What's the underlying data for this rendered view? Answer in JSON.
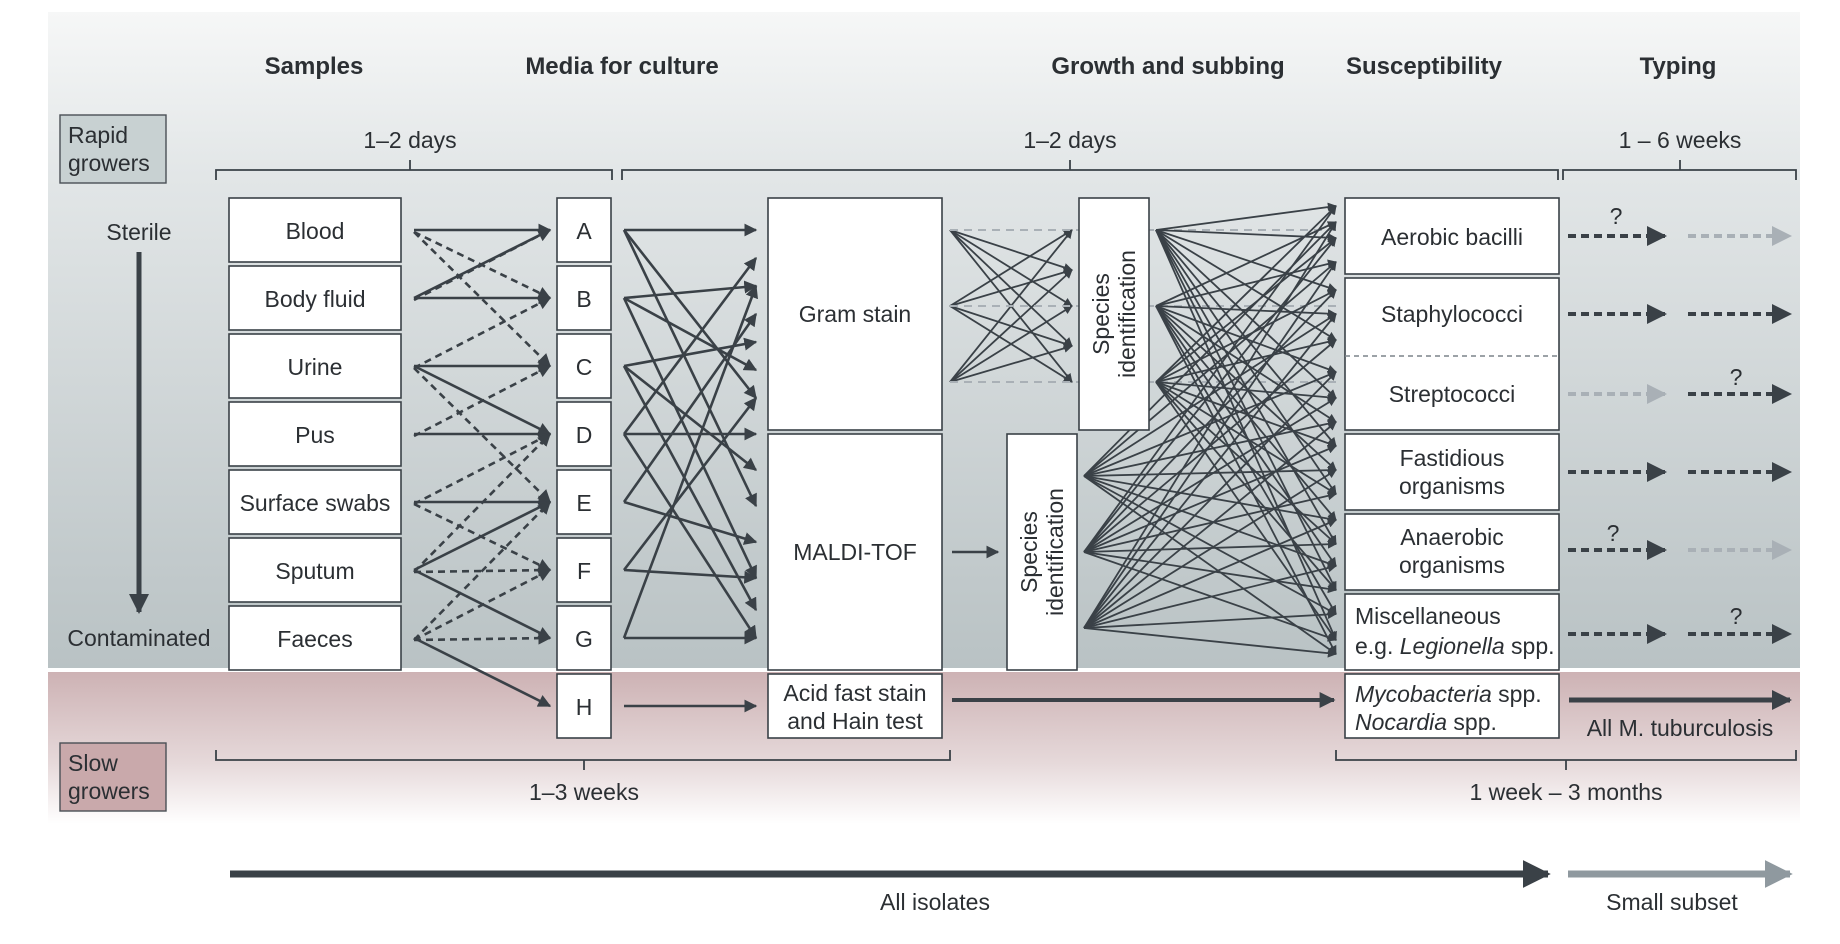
{
  "headers": {
    "samples": "Samples",
    "media": "Media for culture",
    "growth": "Growth and subbing",
    "susceptibility": "Susceptibility",
    "typing": "Typing"
  },
  "side_labels": {
    "rapid": [
      "Rapid",
      "growers"
    ],
    "slow": [
      "Slow",
      "growers"
    ],
    "sterile": "Sterile",
    "contaminated": "Contaminated"
  },
  "timing": {
    "rapid_samples": "1–2 days",
    "rapid_growth": "1–2 days",
    "rapid_typing": "1 – 6 weeks",
    "slow_samples": "1–3 weeks",
    "slow_typing": "1 week – 3 months"
  },
  "samples": [
    "Blood",
    "Body fluid",
    "Urine",
    "Pus",
    "Surface swabs",
    "Sputum",
    "Faeces"
  ],
  "media": [
    "A",
    "B",
    "C",
    "D",
    "E",
    "F",
    "G",
    "H"
  ],
  "methods": {
    "gram": "Gram stain",
    "maldi": "MALDI-TOF",
    "acid": [
      "Acid fast stain",
      "and Hain test"
    ],
    "species": [
      "Species",
      "identification"
    ]
  },
  "organisms": {
    "aerobic": "Aerobic bacilli",
    "staph": "Staphylococci",
    "strep": "Streptococci",
    "fastidious": [
      "Fastidious",
      "organisms"
    ],
    "anaerobic": [
      "Anaerobic",
      "organisms"
    ],
    "misc_line1": "Miscellaneous",
    "misc_line2_prefix": "e.g. ",
    "misc_line2_italic": "Legionella",
    "misc_line2_suffix": " spp.",
    "myco_italic": "Mycobacteria",
    "myco_suffix": " spp.",
    "nocardia_italic": "Nocardia",
    "nocardia_suffix": " spp."
  },
  "question_mark": "?",
  "typing_tb": "All M. tuburculosis",
  "bottom": {
    "all_isolates": "All isolates",
    "small_subset": "Small subset"
  },
  "colors": {
    "rapid_band_top": "#f2f3f4",
    "rapid_band_bottom": "#b8c1c4",
    "slow_band_top": "#cfb5b7",
    "slow_band_bottom": "#faf7f7",
    "rapid_box": "#c8d1d2",
    "slow_box": "#c9a9ab",
    "dark_arrow": "#3a4147",
    "light_arrow": "#8f999f"
  }
}
